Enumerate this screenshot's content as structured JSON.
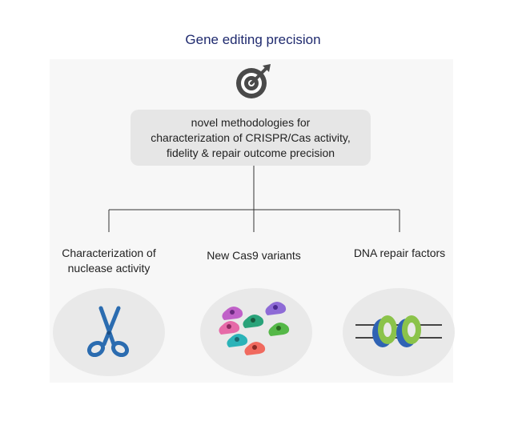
{
  "title": "Gene editing precision",
  "icons": {
    "top": "target-icon"
  },
  "box": {
    "lines": [
      "novel methodologies for",
      "characterization of CRISPR/Cas activity,",
      "fidelity & repair outcome precision"
    ]
  },
  "branches": [
    {
      "lines": [
        "Characterization of",
        "nuclease activity"
      ],
      "icon": "scissors-icon"
    },
    {
      "lines": [
        "New Cas9 variants"
      ],
      "icon": "cas9-protein-icon"
    },
    {
      "lines": [
        "DNA repair factors"
      ],
      "icon": "dna-repair-complex-icon"
    }
  ],
  "colors": {
    "title": "#1f2a6e",
    "scissors": "#2b6cb0",
    "cas9": [
      "#c061c8",
      "#8e6bd6",
      "#e66aa8",
      "#2aa37a",
      "#2bb3b8",
      "#55b848",
      "#f06a5f"
    ],
    "repair_green": "#8bc34a",
    "repair_blue": "#2f63b4"
  }
}
